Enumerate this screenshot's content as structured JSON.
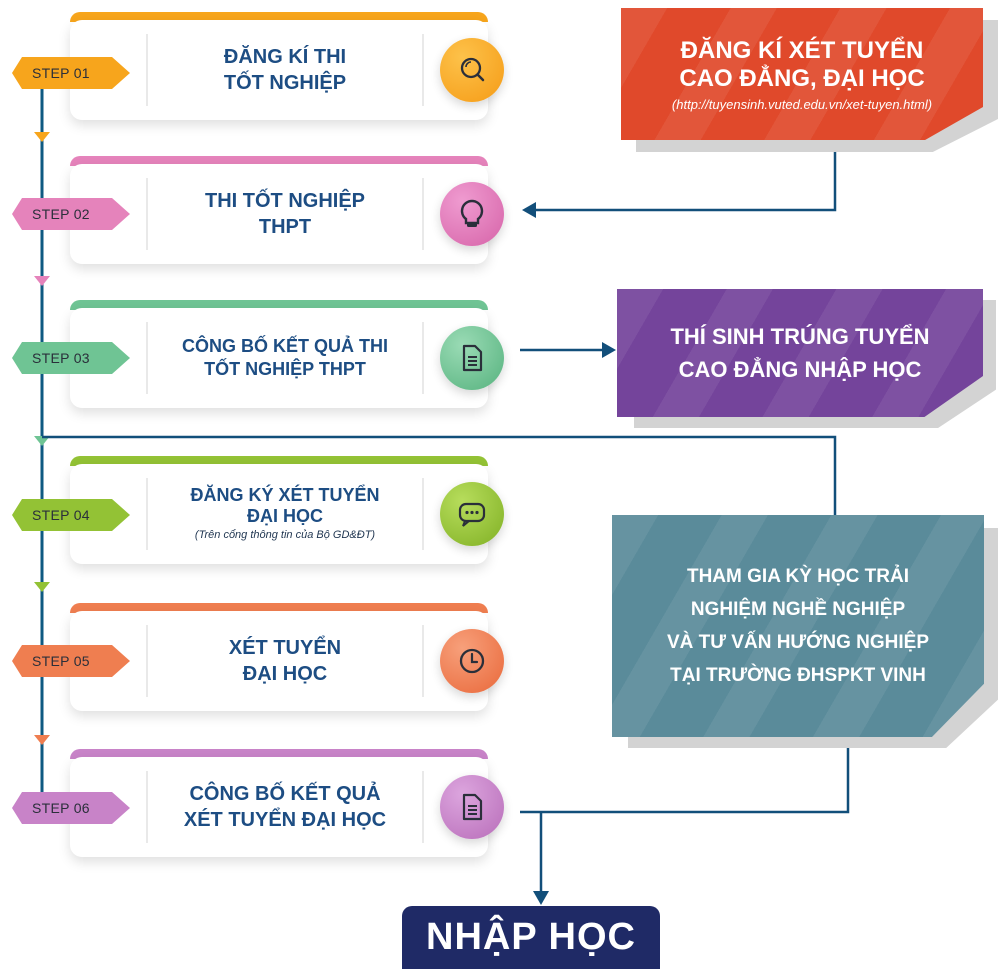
{
  "colors": {
    "timeline": "#0f5a82",
    "connector": "#124f7a",
    "step01": "#f7a51c",
    "step02": "#e583bb",
    "step03": "#6fc494",
    "step04": "#93c235",
    "step05": "#ef7e50",
    "step06": "#c883c8",
    "red_box": "#e0492b",
    "purple_box": "#74449b",
    "teal_box": "#5a8b9a",
    "final": "#1f2a66"
  },
  "steps": [
    {
      "tag": "STEP 01",
      "title_lines": [
        "ĐĂNG KÍ THI",
        "TỐT NGHIỆP"
      ],
      "subtitle": "",
      "icon": "search-icon"
    },
    {
      "tag": "STEP 02",
      "title_lines": [
        "THI TỐT NGHIỆP",
        "THPT"
      ],
      "subtitle": "",
      "icon": "lightbulb-icon"
    },
    {
      "tag": "STEP 03",
      "title_lines": [
        "CÔNG BỐ KẾT QUẢ THI",
        "TỐT NGHIỆP THPT"
      ],
      "subtitle": "",
      "icon": "document-icon"
    },
    {
      "tag": "STEP 04",
      "title_lines": [
        "ĐĂNG KÝ XÉT TUYỂN",
        "ĐẠI HỌC"
      ],
      "subtitle": "(Trên cổng thông tin của Bộ GD&ĐT)",
      "icon": "chat-icon"
    },
    {
      "tag": "STEP 05",
      "title_lines": [
        "XÉT TUYỂN",
        "ĐẠI HỌC"
      ],
      "subtitle": "",
      "icon": "clock-icon"
    },
    {
      "tag": "STEP 06",
      "title_lines": [
        "CÔNG BỐ KẾT QUẢ",
        "XÉT TUYỂN ĐẠI HỌC"
      ],
      "subtitle": "",
      "icon": "document-icon"
    }
  ],
  "side_boxes": {
    "college_registration": {
      "lines": [
        "ĐĂNG KÍ XÉT TUYỂN",
        "CAO ĐẲNG, ĐẠI HỌC"
      ],
      "url": "(http://tuyensinh.vuted.edu.vn/xet-tuyen.html)"
    },
    "college_admission": {
      "lines": [
        "THÍ SINH TRÚNG TUYỂN",
        "CAO ĐẲNG NHẬP HỌC"
      ]
    },
    "experience_program": {
      "lines": [
        "THAM GIA KỲ HỌC TRẢI",
        "NGHIỆM NGHỀ NGHIỆP",
        "VÀ TƯ VẤN HƯỚNG NGHIỆP",
        "TẠI TRƯỜNG ĐHSPKT VINH"
      ]
    }
  },
  "final": {
    "label": "NHẬP HỌC"
  }
}
